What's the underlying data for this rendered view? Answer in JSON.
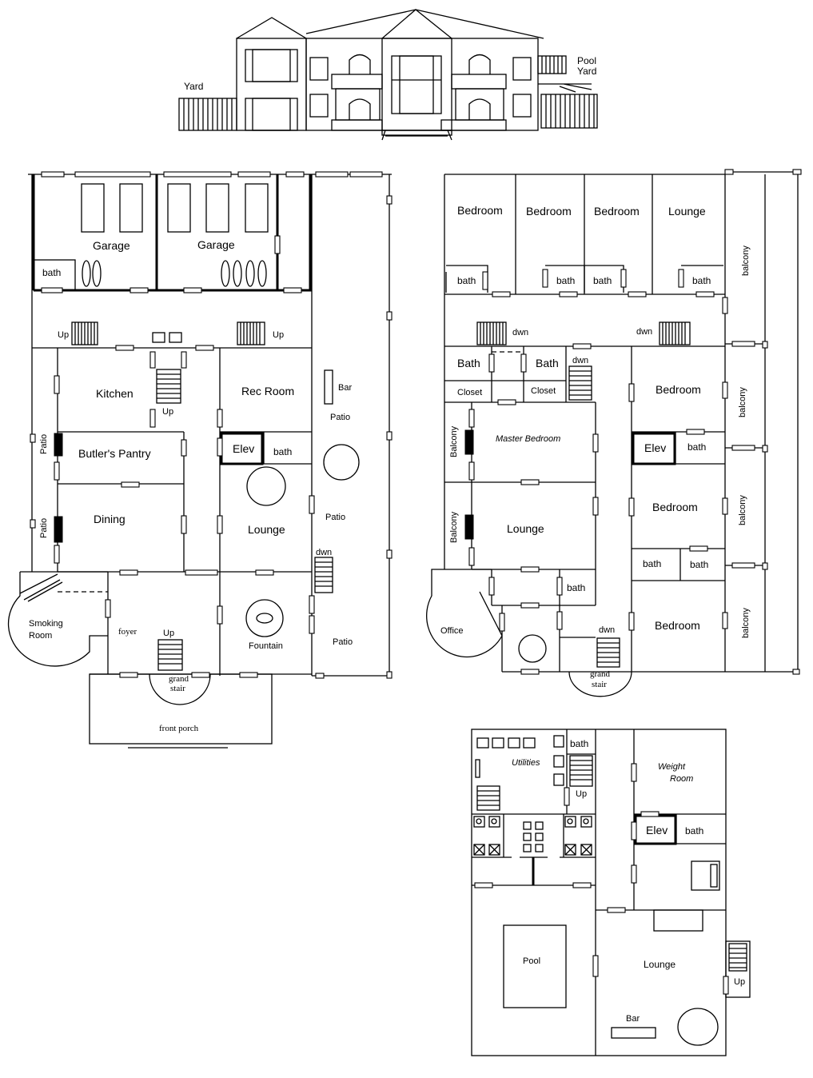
{
  "elevation": {
    "yard_left": "Yard",
    "pool_label": "Pool",
    "yard_right": "Yard"
  },
  "ground_floor": {
    "garage_1": "Garage",
    "garage_2": "Garage",
    "bath_garage": "bath",
    "up_left": "Up",
    "up_right": "Up",
    "kitchen": "Kitchen",
    "up_kitchen": "Up",
    "rec_room": "Rec Room",
    "bar": "Bar",
    "patio_1": "Patio",
    "butlers_pantry": "Butler's Pantry",
    "elev": "Elev",
    "bath": "bath",
    "dining": "Dining",
    "lounge": "Lounge",
    "patio_2": "Patio",
    "patio_left_1": "Patio",
    "patio_left_2": "Patio",
    "dwn": "dwn",
    "smoking_room_1": "Smoking",
    "smoking_room_2": "Room",
    "foyer": "foyer",
    "up_foyer": "Up",
    "fountain": "Fountain",
    "patio_3": "Patio",
    "grand_stair_1": "grand",
    "grand_stair_2": "stair",
    "front_porch": "front porch"
  },
  "second_floor": {
    "bedroom_1": "Bedroom",
    "bedroom_2": "Bedroom",
    "bedroom_3": "Bedroom",
    "lounge_top": "Lounge",
    "bath_1": "bath",
    "bath_2": "bath",
    "bath_3": "bath",
    "bath_4": "bath",
    "balcony_top": "balcony",
    "dwn_left": "dwn",
    "dwn_right": "dwn",
    "bath_5": "Bath",
    "bath_6": "Bath",
    "dwn_mid": "dwn",
    "closet_1": "Closet",
    "closet_2": "Closet",
    "master_bedroom": "Master Bedroom",
    "balcony_left_1": "Balcony",
    "balcony_left_2": "Balcony",
    "bedroom_4": "Bedroom",
    "balcony_2": "balcony",
    "elev": "Elev",
    "bath_7": "bath",
    "lounge": "Lounge",
    "bedroom_5": "Bedroom",
    "balcony_3": "balcony",
    "bath_8": "bath",
    "bath_9": "bath",
    "bath_10": "bath",
    "office": "Office",
    "dwn_bottom": "dwn",
    "bedroom_6": "Bedroom",
    "balcony_4": "balcony",
    "grand_stair_1": "grand",
    "grand_stair_2": "stair"
  },
  "basement": {
    "utilities": "Utilities",
    "bath": "bath",
    "up": "Up",
    "weight_room_1": "Weight",
    "weight_room_2": "Room",
    "elev": "Elev",
    "bath_2": "bath",
    "pool": "Pool",
    "lounge": "Lounge",
    "up_outside": "Up",
    "bar": "Bar"
  }
}
